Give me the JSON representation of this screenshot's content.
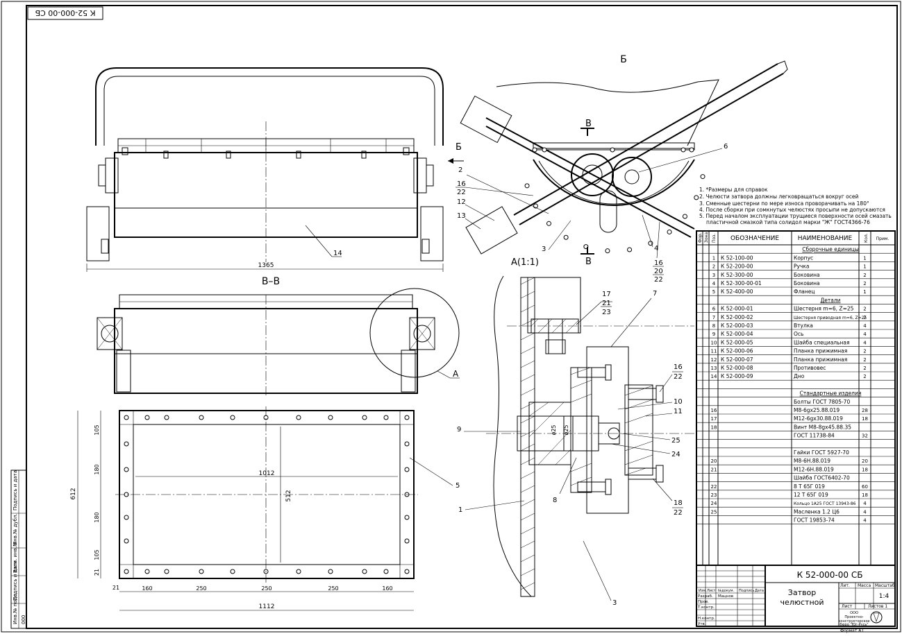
{
  "stamp_top": "К 52-000-00 СБ",
  "views": {
    "view_b": "Б",
    "view_b_arrow": "Б",
    "section_vv": "В–В",
    "section_v_mark_top": "В",
    "section_v_mark_bottom": "В",
    "detail_a": "А(1:1)",
    "detail_a_mark": "А"
  },
  "dimensions": {
    "overall_width": "1365",
    "height_612": "612",
    "inner_1012": "1012",
    "inner_512": "512",
    "bottom_1112": "1112",
    "left_column": [
      "105",
      "180",
      "180",
      "105",
      "21"
    ],
    "bottom_row": [
      "21",
      "160",
      "250",
      "250",
      "250",
      "160"
    ],
    "dia1": "ø25",
    "dia2": "ø25"
  },
  "callouts": {
    "c14": "14",
    "c2": "2",
    "c16a": "16",
    "c22a": "22",
    "c12": "12",
    "c13": "13",
    "c3": "3",
    "c6": "6",
    "c4": "4",
    "c16b": "16",
    "c20b": "20",
    "c22b": "22",
    "c17": "17",
    "c21": "21",
    "c23": "23",
    "c7": "7",
    "c16c": "16",
    "c22c": "22",
    "c10": "10",
    "c11": "11",
    "c9": "9",
    "c25": "25",
    "c24": "24",
    "c5": "5",
    "c8": "8",
    "c1": "1",
    "c18": "18",
    "c22d": "22",
    "c3b": "3"
  },
  "notes": [
    "1. *Размеры для справок",
    "2. Челюсти затвора должны легковращаться вокруг осей",
    "3. Сменные шестерни по мере износа проворачивать на 180°",
    "4. После сборки при сомкнутых челюстях просыпи не допускаются",
    "5. Перед началом эксплуатации трущиеся поверхности осей смазать",
    "пластичной смазкой типа солидол марки \"Ж\" ГОСТ4366-76"
  ],
  "spec": {
    "headers": {
      "format": "Фор.",
      "zone": "Зона",
      "pos": "Поз.",
      "designation": "ОБОЗНАЧЕНИЕ",
      "name": "НАИМЕНОВАНИЕ",
      "qty": "Кол.",
      "note": "Прим."
    },
    "rows": [
      {
        "pos": "",
        "code": "",
        "name": "Сборочные единицы",
        "qty": "",
        "section": true
      },
      {
        "pos": "1",
        "code": "К 52-100-00",
        "name": "Корпус",
        "qty": "1"
      },
      {
        "pos": "2",
        "code": "К 52-200-00",
        "name": "Ручка",
        "qty": "1"
      },
      {
        "pos": "3",
        "code": "К 52-300-00",
        "name": "Боковина",
        "qty": "2"
      },
      {
        "pos": "4",
        "code": "К 52-300-00-01",
        "name": "Боковина",
        "qty": "2"
      },
      {
        "pos": "5",
        "code": "К 52-400-00",
        "name": "Фланец",
        "qty": "1"
      },
      {
        "pos": "",
        "code": "",
        "name": "Детали",
        "qty": "",
        "section": true
      },
      {
        "pos": "6",
        "code": "К 52-000-01",
        "name": "Шестерня m=6, Z=25",
        "qty": "2"
      },
      {
        "pos": "7",
        "code": "К 52-000-02",
        "name": "Шестерня приводная m=6, Z=25",
        "qty": "2"
      },
      {
        "pos": "8",
        "code": "К 52-000-03",
        "name": "Втулка",
        "qty": "4"
      },
      {
        "pos": "9",
        "code": "К 52-000-04",
        "name": "Ось",
        "qty": "4"
      },
      {
        "pos": "10",
        "code": "К 52-000-05",
        "name": "Шайба специальная",
        "qty": "4"
      },
      {
        "pos": "11",
        "code": "К 52-000-06",
        "name": "Планка прижимная",
        "qty": "2"
      },
      {
        "pos": "12",
        "code": "К 52-000-07",
        "name": "Планка прижимная",
        "qty": "2"
      },
      {
        "pos": "13",
        "code": "К 52-000-08",
        "name": "Противовес",
        "qty": "2"
      },
      {
        "pos": "14",
        "code": "К 52-000-09",
        "name": "Дно",
        "qty": "2"
      },
      {
        "pos": "",
        "code": "",
        "name": "",
        "qty": ""
      },
      {
        "pos": "",
        "code": "",
        "name": "Стандартные изделия",
        "qty": "",
        "section": true
      },
      {
        "pos": "",
        "code": "",
        "name": "Болты ГОСТ 7805-70",
        "qty": ""
      },
      {
        "pos": "16",
        "code": "",
        "name": "М8-6gx25.88.019",
        "qty": "28"
      },
      {
        "pos": "17",
        "code": "",
        "name": "М12-6gx30.88.019",
        "qty": "18"
      },
      {
        "pos": "18",
        "code": "",
        "name": "Винт М8-8gx45.88.35",
        "qty": ""
      },
      {
        "pos": "",
        "code": "",
        "name": "ГОСТ 11738-84",
        "qty": "32"
      },
      {
        "pos": "",
        "code": "",
        "name": "",
        "qty": ""
      },
      {
        "pos": "",
        "code": "",
        "name": "Гайки ГОСТ 5927-70",
        "qty": ""
      },
      {
        "pos": "20",
        "code": "",
        "name": "М8-6Н.88.019",
        "qty": "20"
      },
      {
        "pos": "21",
        "code": "",
        "name": "М12-6Н.88.019",
        "qty": "18"
      },
      {
        "pos": "",
        "code": "",
        "name": "Шайба ГОСТ6402-70",
        "qty": ""
      },
      {
        "pos": "22",
        "code": "",
        "name": "8 Т 65Г 019",
        "qty": "60"
      },
      {
        "pos": "23",
        "code": "",
        "name": "12 Т 65Г 019",
        "qty": "18"
      },
      {
        "pos": "24",
        "code": "",
        "name": "Кольцо 1А25 ГОСТ 13943-86",
        "qty": "4"
      },
      {
        "pos": "25",
        "code": "",
        "name": "Масленка 1.2 Ц6",
        "qty": "4"
      },
      {
        "pos": "",
        "code": "",
        "name": "ГОСТ 19853-74",
        "qty": "4"
      }
    ]
  },
  "title_block": {
    "code": "К 52-000-00 СБ",
    "name_line1": "Затвор",
    "name_line2": "челюстной",
    "col_headers": [
      "Изм.",
      "Лист",
      "№докум.",
      "Подпись",
      "Дата"
    ],
    "roles": [
      "Разраб.",
      "Пров.",
      "Т.контр.",
      "",
      "Н.контр.",
      "Утв."
    ],
    "developer": "Мацнов",
    "lit": "Лит.",
    "mass": "Масса",
    "scale_label": "Масштаб",
    "scale": "1:4",
    "sheet": "Лист",
    "sheets": "Листов 1",
    "org_line1": "ООО",
    "org_line2": "Проектно-",
    "org_line3": "конструкторское",
    "org_line4": "бюро \"Юг-Русь\"",
    "format": "Формат А1"
  },
  "side_stamp": {
    "fields": [
      "Инв.№ подл.",
      "Подпись и дата",
      "Взам. инв.№",
      "Инв.№ дубл.",
      "Подпись и дата"
    ],
    "inv_value": "000"
  }
}
